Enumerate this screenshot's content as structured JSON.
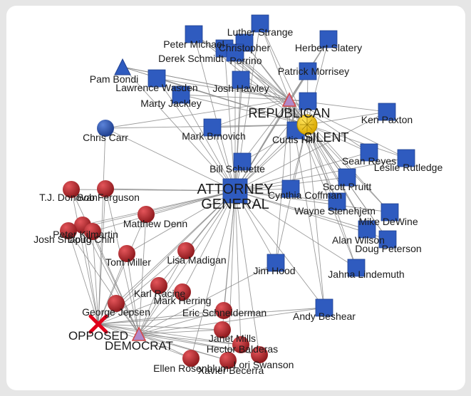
{
  "graph": {
    "colors": {
      "republican": "#2f5bbf",
      "republican_dark": "#1f3f8f",
      "democrat": "#c0272d",
      "democrat_dark": "#8e1a1e",
      "silent": "#f2c200",
      "opposed": "#e0001a",
      "edge": "#8a8a8a",
      "hub_fill": "#b18ac9",
      "hub_stroke": "#d34a4a"
    },
    "hubs": [
      {
        "id": "ag",
        "label": "ATTORNEY\nGENERAL",
        "shape": "square",
        "color": "republican"
      },
      {
        "id": "rep",
        "label": "REPUBLICAN",
        "shape": "triangle",
        "color": "hub"
      },
      {
        "id": "silent",
        "label": "SILENT",
        "shape": "circle",
        "color": "silent"
      },
      {
        "id": "dem",
        "label": "DEMOCRAT",
        "shape": "triangle",
        "color": "hub"
      },
      {
        "id": "opposed",
        "label": "OPPOSED",
        "shape": "x",
        "color": "opposed"
      }
    ],
    "nodes": [
      {
        "id": "luther",
        "label": "Luther Strange",
        "shape": "square",
        "party": "republican"
      },
      {
        "id": "peter",
        "label": "Peter Michael",
        "shape": "square",
        "party": "republican"
      },
      {
        "id": "christopher",
        "label": "Christopher",
        "shape": "square",
        "party": "republican"
      },
      {
        "id": "derek",
        "label": "Derek Schmidt",
        "shape": "square",
        "party": "republican"
      },
      {
        "id": "porrino",
        "label": "Porrino",
        "shape": "square",
        "party": "republican"
      },
      {
        "id": "herbert",
        "label": "Herbert Slatery",
        "shape": "square",
        "party": "republican"
      },
      {
        "id": "pam",
        "label": "Pam Bondi",
        "shape": "triangle",
        "party": "republican"
      },
      {
        "id": "lawrence",
        "label": "Lawrence Wasden",
        "shape": "square",
        "party": "republican"
      },
      {
        "id": "patrick",
        "label": "Patrick Morrisey",
        "shape": "square",
        "party": "republican"
      },
      {
        "id": "josh",
        "label": "Josh Hawley",
        "shape": "square",
        "party": "republican"
      },
      {
        "id": "marty",
        "label": "Marty Jackley",
        "shape": "square",
        "party": "republican"
      },
      {
        "id": "repsq",
        "label": "",
        "shape": "square",
        "party": "republican"
      },
      {
        "id": "ken",
        "label": "Ken Paxton",
        "shape": "square",
        "party": "republican"
      },
      {
        "id": "chris",
        "label": "Chris Carr",
        "shape": "circle",
        "party": "republican"
      },
      {
        "id": "mark_b",
        "label": "Mark Brnovich",
        "shape": "square",
        "party": "republican"
      },
      {
        "id": "curtis",
        "label": "Curtis Hill",
        "shape": "square",
        "party": "republican"
      },
      {
        "id": "sean",
        "label": "Sean Reyes",
        "shape": "square",
        "party": "republican"
      },
      {
        "id": "leslie",
        "label": "Leslie Rutledge",
        "shape": "square",
        "party": "republican"
      },
      {
        "id": "bill",
        "label": "Bill Schuette",
        "shape": "square",
        "party": "republican"
      },
      {
        "id": "cynthia",
        "label": "Cynthia Coffman",
        "shape": "square",
        "party": "republican"
      },
      {
        "id": "scott",
        "label": "Scott Pruitt",
        "shape": "square",
        "party": "republican"
      },
      {
        "id": "wayne",
        "label": "Wayne Stenehjem",
        "shape": "square",
        "party": "republican"
      },
      {
        "id": "mike",
        "label": "Mike DeWine",
        "shape": "square",
        "party": "republican"
      },
      {
        "id": "alan",
        "label": "Alan Wilson",
        "shape": "square",
        "party": "republican"
      },
      {
        "id": "doug",
        "label": "Doug Peterson",
        "shape": "square",
        "party": "republican"
      },
      {
        "id": "jim",
        "label": "Jim Hood",
        "shape": "square",
        "party": "republican"
      },
      {
        "id": "jahna",
        "label": "Jahna Lindemuth",
        "shape": "square",
        "party": "republican"
      },
      {
        "id": "andy",
        "label": "Andy Beshear",
        "shape": "square",
        "party": "republican"
      },
      {
        "id": "tj",
        "label": "T.J. Donovan",
        "shape": "circle",
        "party": "democrat"
      },
      {
        "id": "bob",
        "label": "Bob Ferguson",
        "shape": "circle",
        "party": "democrat"
      },
      {
        "id": "matthew",
        "label": "Matthew Denn",
        "shape": "circle",
        "party": "democrat"
      },
      {
        "id": "peter_k",
        "label": "Peter Kilmartin",
        "shape": "circle",
        "party": "democrat"
      },
      {
        "id": "josh_s",
        "label": "Josh Shapiro",
        "shape": "circle",
        "party": "democrat"
      },
      {
        "id": "doug_c",
        "label": "Doug Chin",
        "shape": "circle",
        "party": "democrat"
      },
      {
        "id": "tom",
        "label": "Tom Miller",
        "shape": "circle",
        "party": "democrat"
      },
      {
        "id": "lisa",
        "label": "Lisa Madigan",
        "shape": "circle",
        "party": "democrat"
      },
      {
        "id": "karl",
        "label": "Karl Racine",
        "shape": "circle",
        "party": "democrat"
      },
      {
        "id": "mark_h",
        "label": "Mark Herring",
        "shape": "circle",
        "party": "democrat"
      },
      {
        "id": "george",
        "label": "George Jepsen",
        "shape": "circle",
        "party": "democrat"
      },
      {
        "id": "eric",
        "label": "Eric Schneiderman",
        "shape": "circle",
        "party": "democrat"
      },
      {
        "id": "janet",
        "label": "Janet Mills",
        "shape": "circle",
        "party": "democrat"
      },
      {
        "id": "hector",
        "label": "Hector Balderas",
        "shape": "circle",
        "party": "democrat"
      },
      {
        "id": "ellen",
        "label": "Ellen Rosenblum",
        "shape": "circle",
        "party": "democrat"
      },
      {
        "id": "lori",
        "label": "Lori Swanson",
        "shape": "circle",
        "party": "democrat"
      },
      {
        "id": "xavier",
        "label": "Xavier Becerra",
        "shape": "circle",
        "party": "democrat"
      }
    ]
  }
}
